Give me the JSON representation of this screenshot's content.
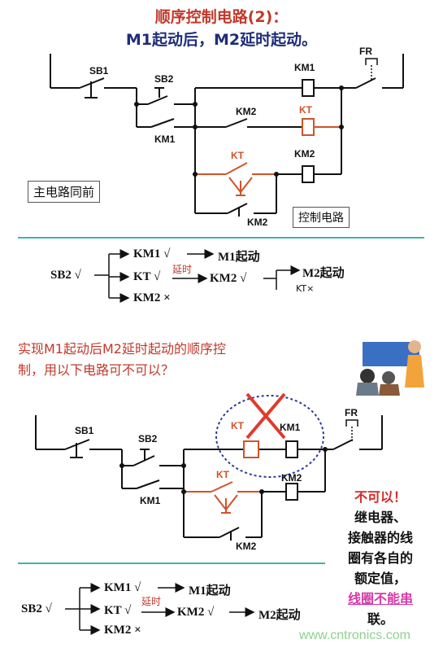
{
  "title_line1": "顺序控制电路(2)：",
  "title_line2": "M1起动后，M2延时起动。",
  "circuit1": {
    "labels": {
      "sb1": "SB1",
      "sb2": "SB2",
      "km1_contact": "KM1",
      "km1_coil": "KM1",
      "fr": "FR",
      "km2_contact": "KM2",
      "kt_coil": "KT",
      "kt_contact": "KT",
      "km2_coil": "KM2",
      "km2_bottom": "KM2"
    },
    "main_box": "主电路同前",
    "control_box": "控制电路"
  },
  "sequence1": {
    "start": "SB2 √",
    "km1": "KM1 √",
    "m1": "M1起动",
    "kt": "KT √",
    "delay": "延时",
    "km2": "KM2 √",
    "m2": "M2起动",
    "kt_off": "KT×",
    "km2_x": "KM2 ×"
  },
  "question": {
    "line1": "实现M1起动后M2延时起动的顺序控",
    "line2": "制，用以下电路可不可以？"
  },
  "circuit2": {
    "labels": {
      "sb1": "SB1",
      "sb2": "SB2",
      "kt_coil": "KT",
      "km1_coil": "KM1",
      "fr": "FR",
      "km1_contact": "KM1",
      "kt_contact": "KT",
      "km2_coil": "KM2",
      "km2_bottom": "KM2"
    }
  },
  "note": {
    "line1": "不可以！",
    "line2": "继电器、",
    "line3": "接触器的线",
    "line4": "圈有各自的",
    "line5": "额定值，",
    "line6": "线圈不能串",
    "line7": "联。"
  },
  "sequence2": {
    "start": "SB2 √",
    "km1": "KM1 √",
    "m1": "M1起动",
    "kt": "KT √",
    "delay": "延时",
    "km2": "KM2 √",
    "m2": "M2起动",
    "km2_x": "KM2 ×"
  },
  "watermark": "www.cntronics.com",
  "colors": {
    "wire": "#111111",
    "accent": "#d0532a",
    "separator": "#3fb6a0",
    "cross": "#e03b2b",
    "ellipse": "#2a3a9a"
  }
}
